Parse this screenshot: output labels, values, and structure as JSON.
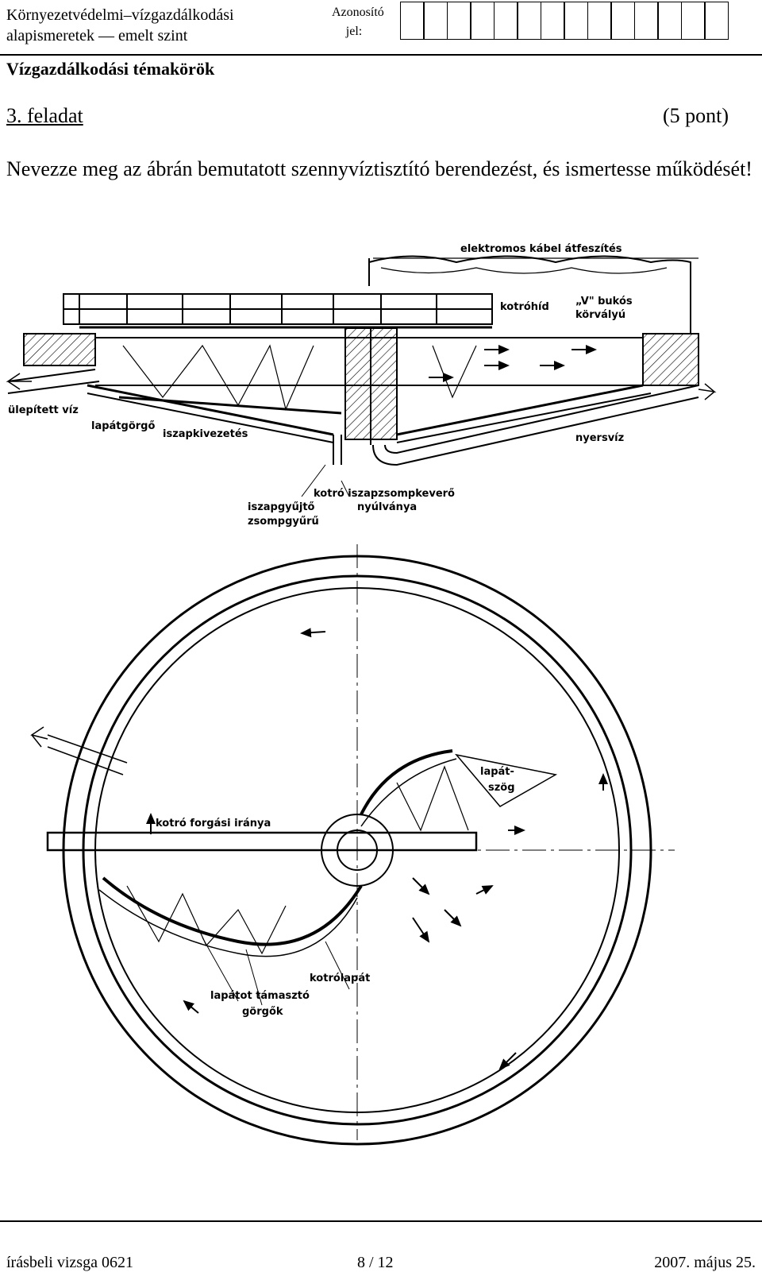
{
  "header": {
    "subject_line1": "Környezetvédelmi–vízgazdálkodási",
    "subject_line2": "alapismeretek — emelt szint",
    "id_label_line1": "Azonosító",
    "id_label_line2": "jel:"
  },
  "topic": "Vízgazdálkodási témakörök",
  "task": {
    "title": "3. feladat",
    "points": "(5 pont)",
    "text": "Nevezze meg az ábrán bemutatott szennyvíztisztító berendezést, és ismertesse működését!"
  },
  "section_labels": {
    "cable": "elektromos kábel átfeszítés",
    "bridge": "kotróhíd",
    "weir1": "„V\" bukós",
    "weir2": "körvályú",
    "outflow": "ülepített víz",
    "wheel": "lapátgörgő",
    "sludge_out": "iszapkivezetés",
    "rawwater": "nyersvíz",
    "arm1": "kotró iszapzsompkeverő",
    "arm2": "nyúlványa",
    "sump1": "iszapgyűjtő",
    "sump2": "zsompgyűrű"
  },
  "plan_labels": {
    "angle1": "lapát-",
    "angle2": "szög",
    "rotation": "kotró forgási iránya",
    "blade": "kotrólapát",
    "rollers1": "lapátot támasztó",
    "rollers2": "görgők"
  },
  "footer": {
    "left": "írásbeli vizsga 0621",
    "center": "8 / 12",
    "right": "2007. május 25."
  }
}
